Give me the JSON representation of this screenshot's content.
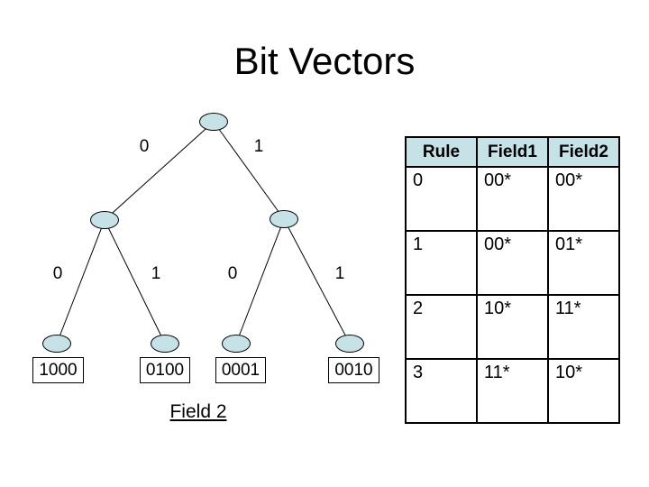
{
  "slide": {
    "title": "Bit Vectors"
  },
  "tree": {
    "edge_labels": [
      "0",
      "1",
      "0",
      "1",
      "0",
      "1"
    ],
    "leaf_values": [
      "1000",
      "0100",
      "0001",
      "0010"
    ],
    "field_label": "Field 2"
  },
  "table": {
    "headers": [
      "Rule",
      "Field1",
      "Field2"
    ],
    "rows": [
      [
        "0",
        "00*",
        "00*"
      ],
      [
        "1",
        "00*",
        "01*"
      ],
      [
        "2",
        "10*",
        "11*"
      ],
      [
        "3",
        "11*",
        "10*"
      ]
    ]
  },
  "colors": {
    "node_fill": "#c6e2e7",
    "table_header_fill": "#c6e2e7",
    "line": "#000000",
    "background": "#ffffff"
  }
}
